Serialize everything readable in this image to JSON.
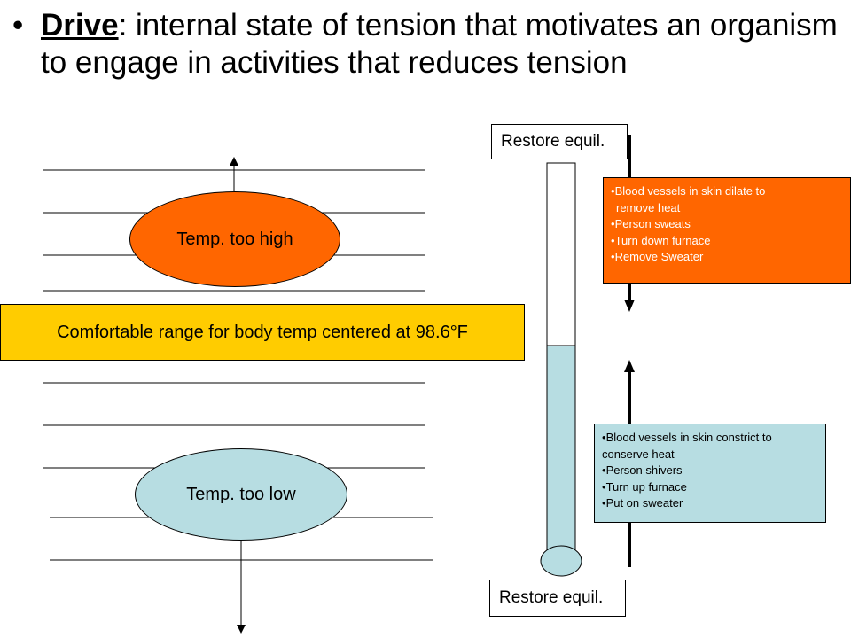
{
  "title": {
    "bullet": "•",
    "term": "Drive",
    "definition": ": internal state of tension that motivates an organism to engage in activities that reduces tension"
  },
  "diagram": {
    "high_label": "Temp. too high",
    "low_label": "Temp. too low",
    "comfort_label": "Comfortable range for body temp centered at 98.6°F",
    "restore_top": "Restore equil.",
    "restore_bottom": "Restore equil.",
    "thermometer_fill_fraction": 0.53,
    "hot_responses": [
      "Blood vessels in skin dilate to",
      "remove heat",
      "Person sweats",
      "Turn down furnace",
      "Remove Sweater"
    ],
    "cold_responses": [
      "Blood vessels in skin constrict to",
      "conserve heat",
      "Person shivers",
      "Turn up furnace",
      "Put on sweater"
    ]
  },
  "colors": {
    "hot": "#ff6600",
    "cold": "#b7dde2",
    "comfort": "#ffcc00"
  }
}
